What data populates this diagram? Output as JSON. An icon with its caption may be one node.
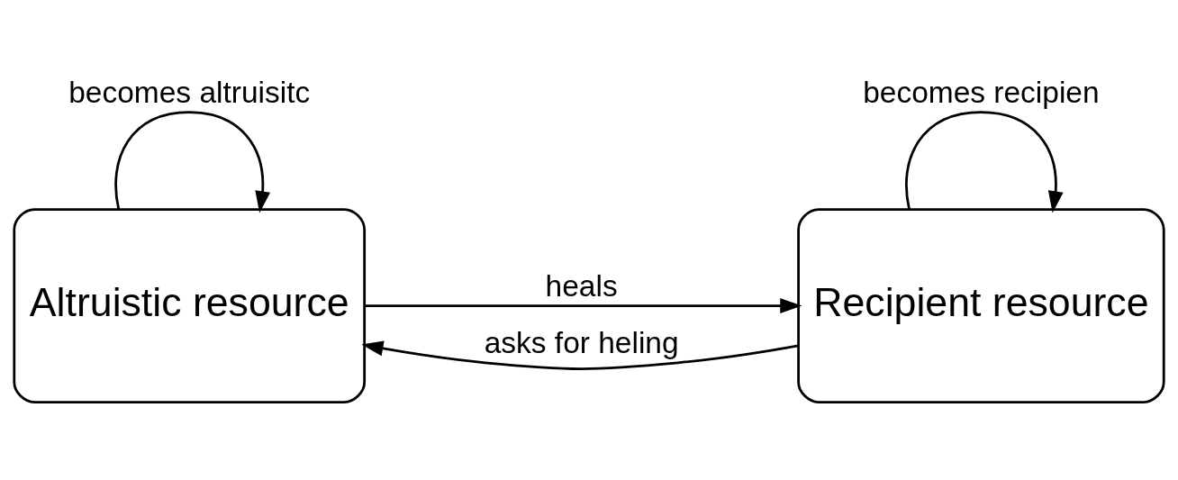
{
  "diagram": {
    "nodes": [
      {
        "text": [
          "Altruistic resource"
        ]
      },
      {
        "text": [
          "Recipient resource"
        ]
      }
    ],
    "edges": [
      {
        "from": 0,
        "to": 0,
        "arrow": "to",
        "label": "becomes altruisitc"
      },
      {
        "from": 1,
        "to": 1,
        "arrow": "to",
        "label": "becomes recipien"
      },
      {
        "from": 0,
        "to": 1,
        "arrow": "to",
        "label": "heals"
      },
      {
        "from": 1,
        "to": 0,
        "arrow": "to",
        "label": "asks for heling"
      }
    ]
  }
}
